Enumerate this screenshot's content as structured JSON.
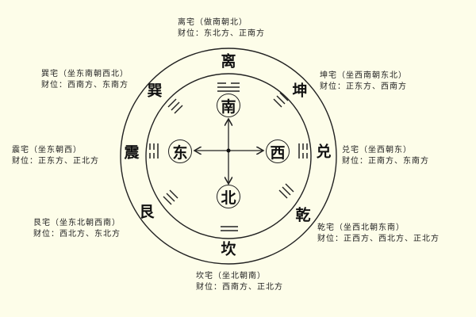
{
  "colors": {
    "background": "#fdfde9",
    "ink": "#1a1a1a"
  },
  "compass": {
    "south": "南",
    "north": "北",
    "east": "东",
    "west": "西"
  },
  "trigrams": {
    "li": "离",
    "kun": "坤",
    "dui": "兑",
    "qian": "乾",
    "kan": "坎",
    "gen": "艮",
    "zhen": "震",
    "xun": "巽"
  },
  "houses": {
    "li": {
      "title": "离宅（做南朝北）",
      "wealth": "财位：东北方、正南方"
    },
    "xun": {
      "title": "巽宅（坐东南朝西北）",
      "wealth": "财位：西南方、东南方"
    },
    "kun": {
      "title": "坤宅（坐西南朝东北）",
      "wealth": "财位：正东方、西南方"
    },
    "zhen": {
      "title": "震宅（坐东朝西）",
      "wealth": "财位：正东方、正北方"
    },
    "dui": {
      "title": "兑宅（坐西朝东）",
      "wealth": "财位：正南方、东南方"
    },
    "gen": {
      "title": "艮宅（坐东北朝西南）",
      "wealth": "财位：西北方、东北方"
    },
    "qian": {
      "title": "乾宅（坐西北朝东南）",
      "wealth": "财位：正西方、西北方、正北方"
    },
    "kan": {
      "title": "坎宅（坐北朝南）",
      "wealth": "财位：西南方、正北方"
    }
  }
}
